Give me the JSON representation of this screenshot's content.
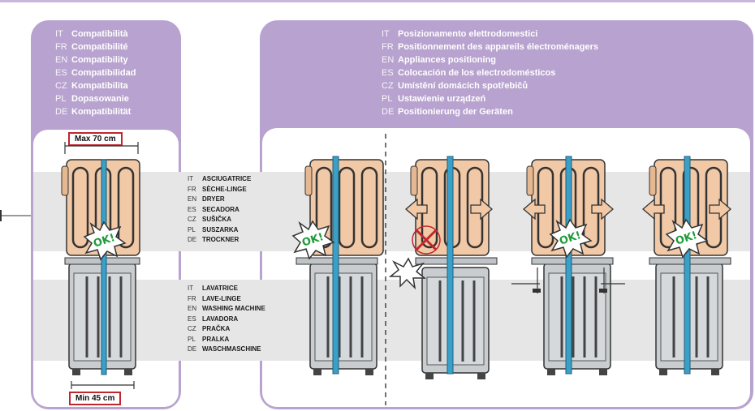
{
  "compat": {
    "rows": [
      {
        "code": "IT",
        "text": "Compatibilità"
      },
      {
        "code": "FR",
        "text": "Compatibilité"
      },
      {
        "code": "EN",
        "text": "Compatibility"
      },
      {
        "code": "ES",
        "text": "Compatibilidad"
      },
      {
        "code": "CZ",
        "text": "Kompatibilita"
      },
      {
        "code": "PL",
        "text": "Dopasowanie"
      },
      {
        "code": "DE",
        "text": "Kompatibilität"
      }
    ],
    "max_label": "Max 70 cm",
    "min_label": "Min 45 cm",
    "ok_label": "OK!"
  },
  "positioning": {
    "rows": [
      {
        "code": "IT",
        "text": "Posizionamento elettrodomestici"
      },
      {
        "code": "FR",
        "text": "Positionnement des appareils électroménagers"
      },
      {
        "code": "EN",
        "text": "Appliances positioning"
      },
      {
        "code": "ES",
        "text": "Colocación de los electrodomésticos"
      },
      {
        "code": "CZ",
        "text": "Umístění domácích spotřebičů"
      },
      {
        "code": "PL",
        "text": "Ustawienie urządzeń"
      },
      {
        "code": "DE",
        "text": "Positionierung der Geräten"
      }
    ],
    "ok_label": "OK!"
  },
  "dryer_names": [
    {
      "code": "IT",
      "text": "ASCIUGATRICE"
    },
    {
      "code": "FR",
      "text": "SÈCHE-LINGE"
    },
    {
      "code": "EN",
      "text": "DRYER"
    },
    {
      "code": "ES",
      "text": "SECADORA"
    },
    {
      "code": "CZ",
      "text": "SUŠIČKA"
    },
    {
      "code": "PL",
      "text": "SUSZARKA"
    },
    {
      "code": "DE",
      "text": "TROCKNER"
    }
  ],
  "washer_names": [
    {
      "code": "IT",
      "text": "LAVATRICE"
    },
    {
      "code": "FR",
      "text": "LAVE-LINGE"
    },
    {
      "code": "EN",
      "text": "WASHING MACHINE"
    },
    {
      "code": "ES",
      "text": "LAVADORA"
    },
    {
      "code": "CZ",
      "text": "PRAČKA"
    },
    {
      "code": "PL",
      "text": "PRALKA"
    },
    {
      "code": "DE",
      "text": "WASCHMASCHINE"
    }
  ],
  "colors": {
    "panel": "#b8a2cf",
    "dryer": "#f2c9a6",
    "washer": "#c9cdd0",
    "strap": "#3aa0c8",
    "ok_green": "#1e9b3a",
    "warn_red": "#c0262d",
    "band": "#e6e6e6"
  },
  "icons": [
    "ok-burst-icon",
    "cross-icon",
    "collision-burst-icon",
    "double-arrow-icon"
  ]
}
